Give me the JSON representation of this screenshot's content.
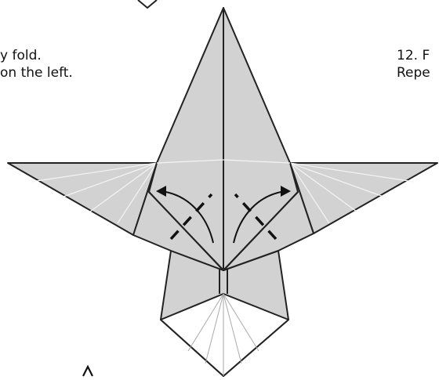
{
  "captions": {
    "left": {
      "line1": "y fold.",
      "line2": "on the left."
    },
    "right": {
      "line1": "12. F",
      "line2": "Repe"
    }
  },
  "colors": {
    "paper_gray": "#d2d2d2",
    "paper_white": "#ffffff",
    "line": "#222222",
    "crease": "#f4f4f4",
    "valley_fold": "#111111"
  }
}
